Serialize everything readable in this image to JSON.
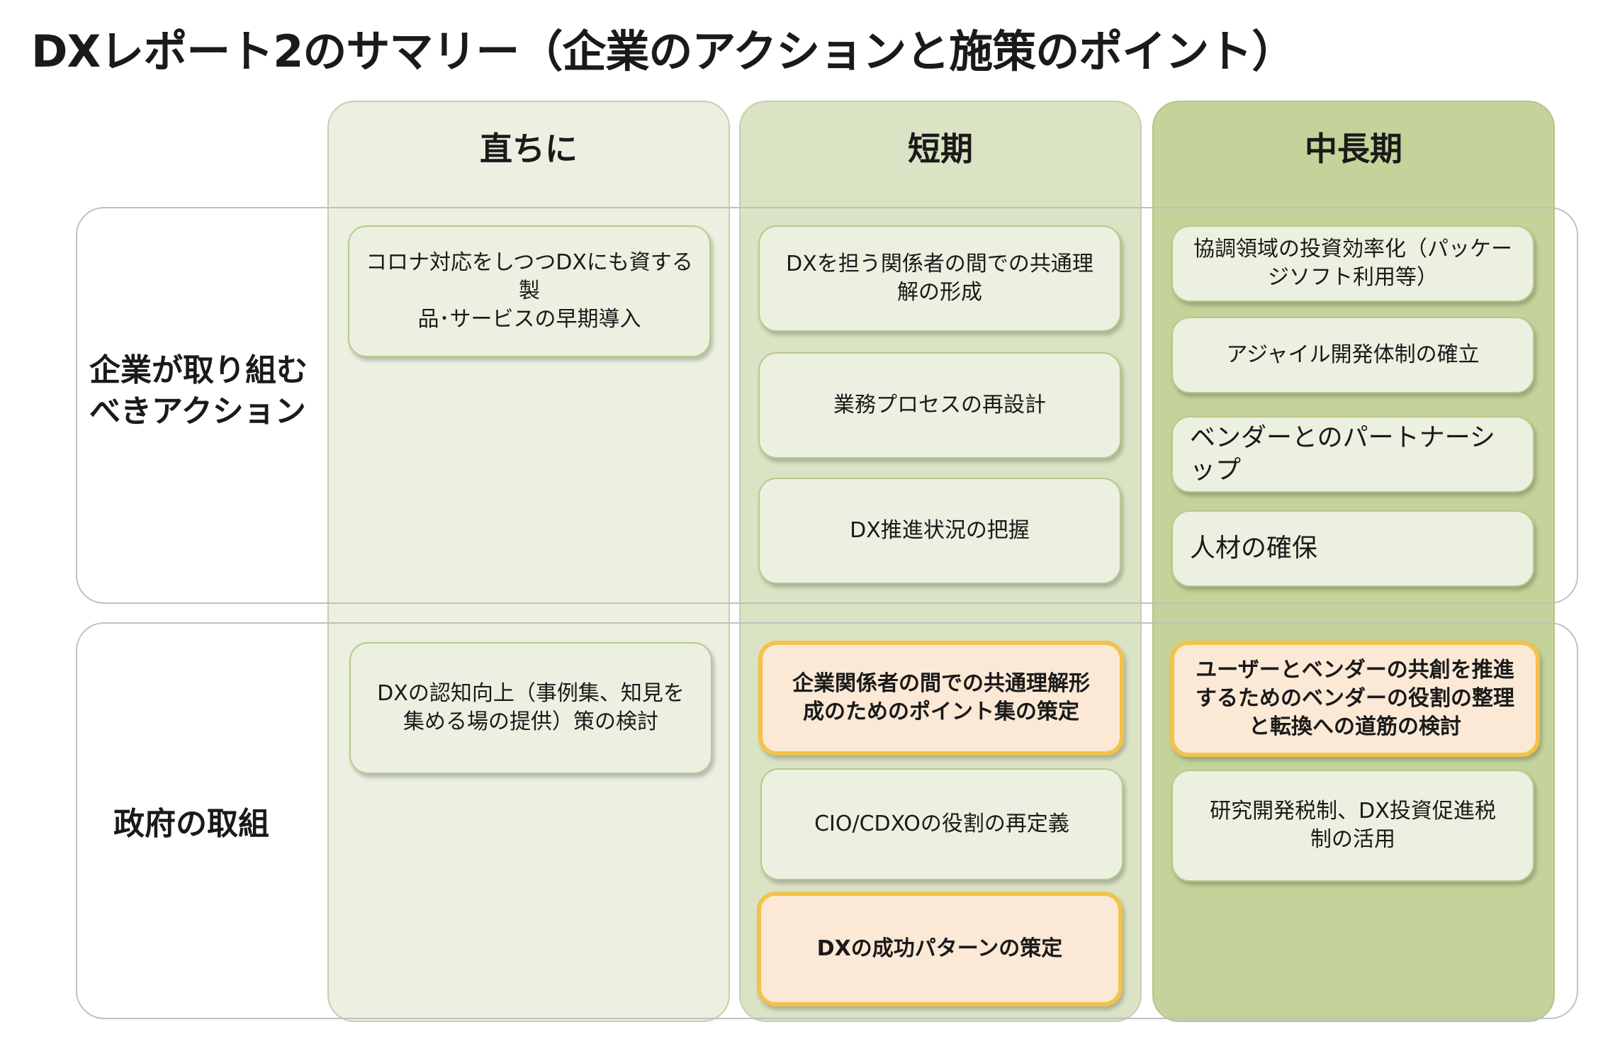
{
  "title": "DXレポート2のサマリー（企業のアクションと施策のポイント）",
  "columns": [
    "直ちに",
    "短期",
    "中長期"
  ],
  "rows": [
    {
      "label_lines": [
        "企業が取り組む",
        "べきアクション"
      ]
    },
    {
      "label_lines": [
        "政府の取組"
      ]
    }
  ],
  "cells": {
    "company_immediate": [
      "コロナ対応をしつつDXにも資する製",
      "品･サービスの早期導入"
    ],
    "company_short": [
      [
        "DXを担う関係者の間での共通理",
        "解の形成"
      ],
      [
        "業務プロセスの再設計"
      ],
      [
        "DX推進状況の把握"
      ]
    ],
    "company_mid": [
      [
        "協調領域の投資効率化（パッケー",
        "ジソフト利用等）"
      ],
      [
        "アジャイル開発体制の確立"
      ],
      [
        "ベンダーとのパートナーシップ"
      ],
      [
        "人材の確保"
      ]
    ],
    "gov_immediate": [
      "DXの認知向上（事例集、知見を",
      "集める場の提供）策の検討"
    ],
    "gov_short": [
      [
        "企業関係者の間での共通理解形",
        "成のためのポイント集の策定"
      ],
      [
        "CIO/CDXOの役割の再定義"
      ],
      [
        "DXの成功パターンの策定"
      ]
    ],
    "gov_mid": [
      [
        "ユーザーとベンダーの共創を推進",
        "するためのベンダーの役割の整理",
        "と転換への道筋の検討"
      ],
      [
        "研究開発税制、DX投資促進税",
        "制の活用"
      ]
    ]
  },
  "colors": {
    "col_immediate": "#ebf0e0",
    "col_short": "#dae3c4",
    "col_mid": "#c4d39a",
    "highlight_fill": "#fbe9d6",
    "highlight_border": "#f3c24b"
  }
}
